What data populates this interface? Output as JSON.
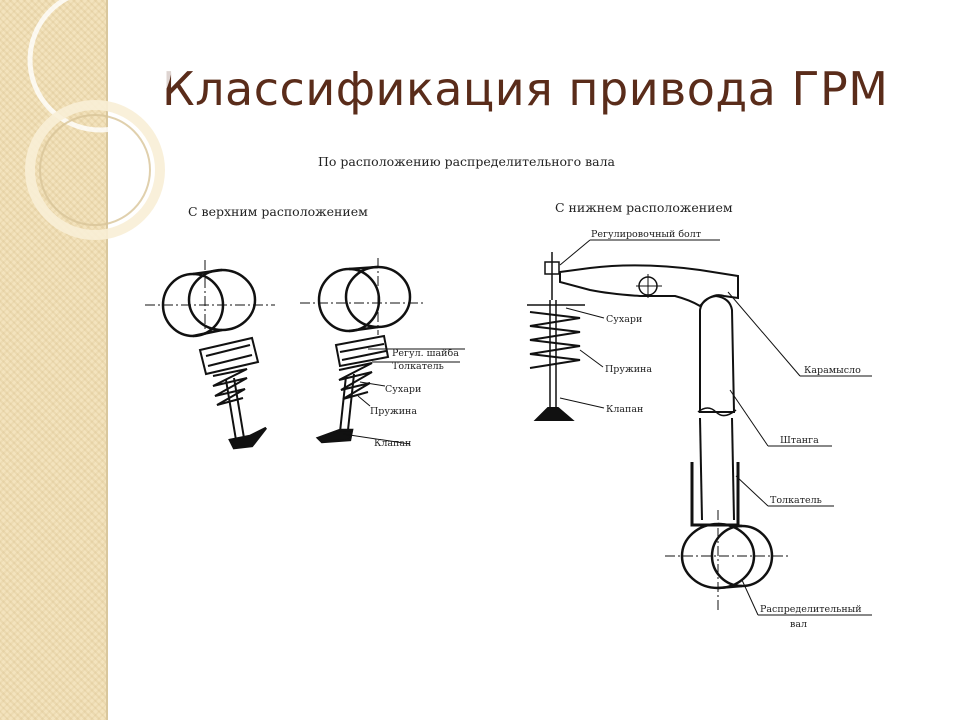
{
  "slide": {
    "title": "Классификация привода ГРМ"
  },
  "diagram": {
    "heading": "По расположению распределительного вала",
    "left": {
      "title": "С верхним расположением",
      "labels": [
        "Регул. шайба",
        "Толкатель",
        "Сухари",
        "Пружина",
        "Клапан"
      ]
    },
    "right": {
      "title": "С нижнем расположением",
      "labels": [
        "Регулировочный болт",
        "Сухари",
        "Пружина",
        "Клапан",
        "Карамысло",
        "Штанга",
        "Толкатель",
        "Распределительный",
        "вал"
      ]
    }
  }
}
